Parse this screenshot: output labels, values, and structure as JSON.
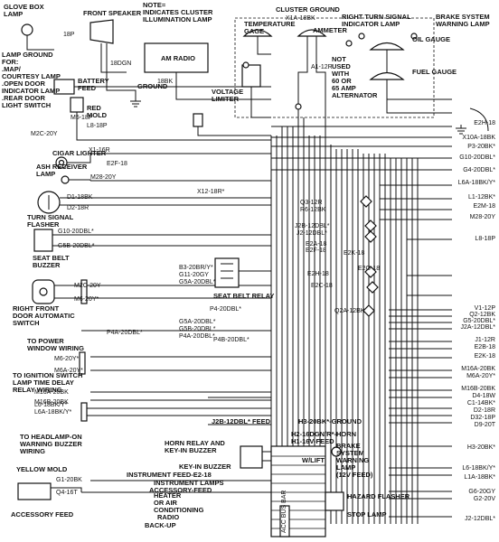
{
  "labels": {
    "glove_box_lamp": "GLOVE BOX\nLAMP",
    "front_speaker": "FRONT SPEAKER",
    "note": "NOTE=\nINDICATES CLUSTER\nILLUMINATION LAMP",
    "cluster_ground": "CLUSTER GROUND",
    "right_turn_signal": "RIGHT TURN SIGNAL\nINDICATOR LAMP",
    "brake_system_warning": "BRAKE SYSTEM\nWARNING LAMP",
    "temperature_gage": "TEMPERATURE\nGAGE",
    "ammeter": "AMMETER",
    "oil_gauge": "OIL GAUGE",
    "fuel_gauge": "FUEL GAUGE",
    "am_radio": "AM RADIO",
    "battery_feed": "BATTERY\nFEED",
    "ground": "GROUND",
    "voltage_limiter": "VOLTAGE\nLIMITER",
    "lamp_ground": "LAMP GROUND\nFOR:\n.MAP/\nCOURTESY LAMP\n.OPEN DOOR\nINDICATOR LAMP\n.REAR DOOR\nLIGHT SWITCH",
    "not_used": "NOT\nUSED\nWITH\n60 OR\n65 AMP\nALTERNATOR",
    "red_mold": "RED\nMOLD",
    "cigar_lighter": "CIGAR LIGHTER",
    "ash_receiver_lamp": "ASH RECEIVER\nLAMP",
    "turn_signal_flasher": "TURN SIGNAL\nFLASHER",
    "seat_belt_buzzer": "SEAT BELT\nBUZZER",
    "seat_belt_relay": "SEAT BELT RELAY",
    "right_front_door": "RIGHT FRONT\nDOOR AUTOMATIC\nSWITCH",
    "to_power_window": "TO POWER\nWINDOW WIRING",
    "to_ignition_switch": "TO IGNITION SWITCH\nLAMP TIME DELAY\nRELAY WIRING",
    "to_headlamp": "TO HEADLAMP-ON\nWARNING BUZZER\nWIRING",
    "yellow_mold": "YELLOW MOLD",
    "accessory_feed": "ACCESSORY FEED",
    "horn_relay": "HORN RELAY AND\nKEY-IN BUZZER",
    "key_in_buzzer": "KEY-IN BUZZER",
    "instrument_feed": "INSTRUMENT FEED-E2-18",
    "instrument_lamps": "INSTRUMENT LAMPS",
    "accessory_feed_2": "ACCESSORY-FEED",
    "heater_air": "HEATER\nOR AIR\nCONDITIONING",
    "radio": "RADIO",
    "back_up": "BACK-UP",
    "hazard_flasher": "HAZARD FLASHER",
    "stop_lamp": "STOP LAMP",
    "brake_system_lamp": "BRAKE\nSYSTEM\nWARNING\nLAMP\n(12V FEED)",
    "w_lift": "W/LIFT",
    "j2b_feed": "J2B-12DBL* FEED",
    "h3_ground": "H3-20BK*-GROUND",
    "h2_horn": "H2-16DGN/R*-HORN",
    "h1_feed": "H1-16V-FEED",
    "bus_bar": "ACC BUS BAR"
  },
  "wire_codes": {
    "left": [
      "18P",
      "18DGN",
      "18BK",
      "L8-18P",
      "M5-18P",
      "M2C-20Y",
      "X1-16R",
      "E2F-18",
      "M28-20Y",
      "D1-18BK",
      "D2-18R",
      "G10-20DBL*",
      "G5B-20DBL*",
      "M2C-20Y",
      "M6-20Y*",
      "P4A-20DBL*",
      "M6-20Y*",
      "M6A-20Y*",
      "M16A-20BK",
      "M16B-20BK",
      "L6-18BK/Y*",
      "L6A-18BK/Y*",
      "G1-20BK",
      "Q4-16T"
    ],
    "right": [
      "E2H-18",
      "X10A-18BK",
      "P3-20BK*",
      "G10-20DBL*",
      "G4-20DBL*",
      "L6A-18BK/Y*",
      "L1-12BK*",
      "E2M-18",
      "M28-20Y",
      "L8-18P",
      "V1-12P",
      "Q2-12BK",
      "G5-20DBL*",
      "J2A-12DBL*",
      "J1-12R",
      "E2B-18",
      "E2K-18",
      "M16A-20BK",
      "M6A-20Y*",
      "M16B-20BK",
      "D4-18W",
      "C1-14BK*",
      "D2-18R",
      "D32-18P",
      "D9-20T",
      "H3-20BK*",
      "L6-18BK/Y*",
      "L1A-18BK*",
      "G6-20GY",
      "G2-20V",
      "J2-12DBL*"
    ],
    "middle": [
      "X12-18R*",
      "B3-20BR/Y*",
      "G11-20GY",
      "G5A-20DBL*",
      "P4-20DBL*",
      "G5A-20DBL*",
      "G5B-20DBL*",
      "P4A-20DBL*",
      "P4B-20DBL*",
      "Q3-12R",
      "R6-12BK",
      "J2B-12DBL*",
      "J2-12DBL*",
      "E2A-18",
      "E2F-18",
      "E2G-18",
      "E2H-18",
      "E2C-18",
      "E2K-18",
      "Q2A-12BK",
      "X1A-18BK",
      "A1-12R"
    ]
  }
}
